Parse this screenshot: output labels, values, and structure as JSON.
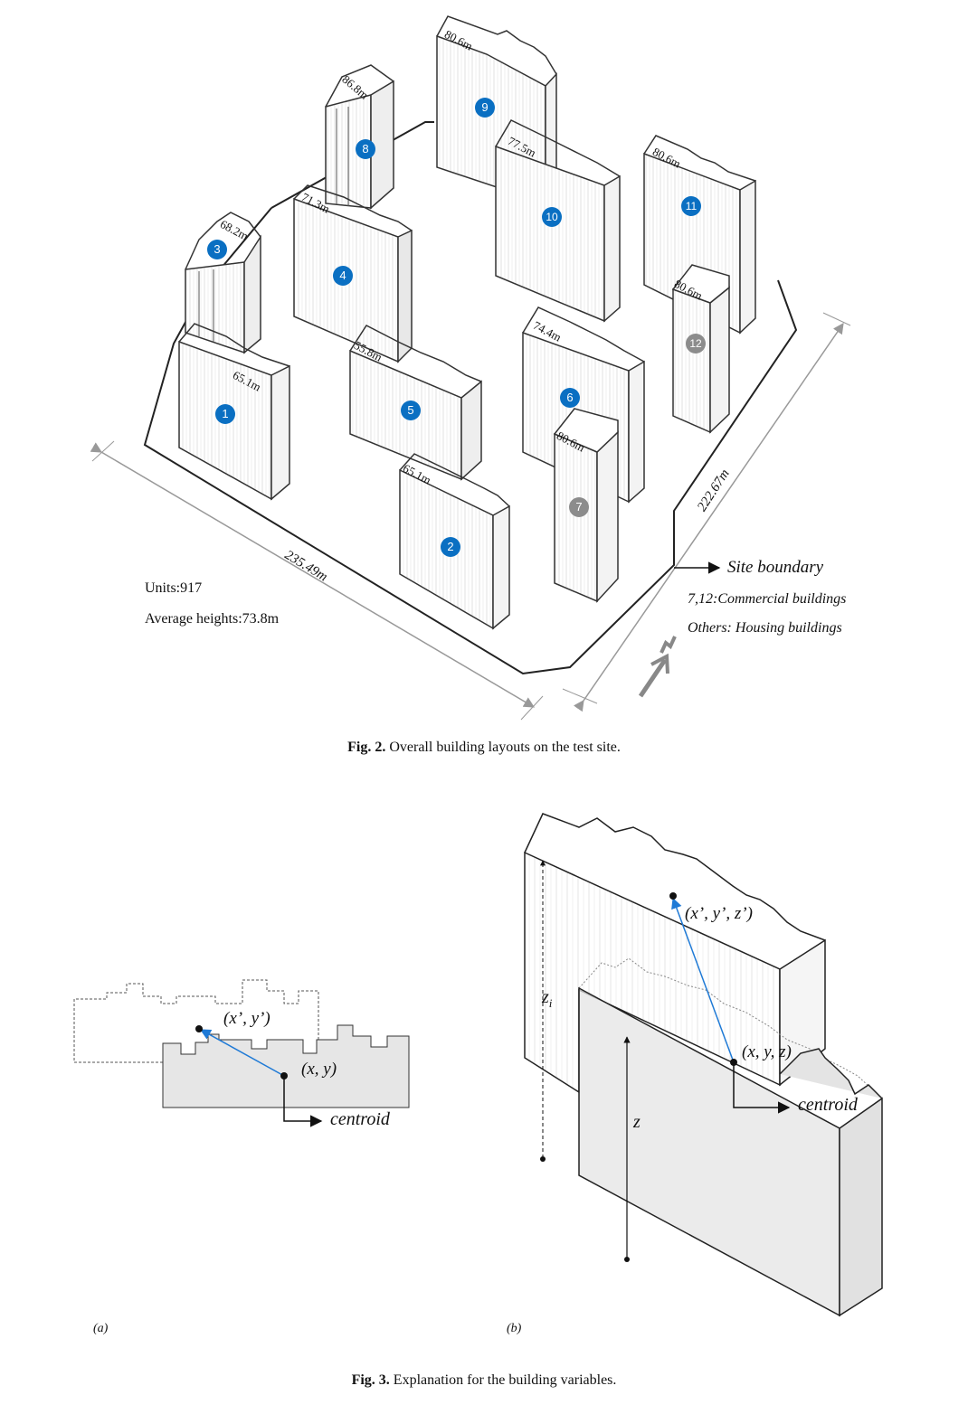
{
  "fig2": {
    "caption_label": "Fig. 2.",
    "caption_text": "Overall building layouts on the test site.",
    "units_text": "Units:917",
    "avg_height_text": "Average heights:73.8m",
    "dim_bottom": "235.49m",
    "dim_right": "222.67m",
    "legend_boundary": "Site boundary",
    "legend_commercial": "7,12:Commercial buildings",
    "legend_housing": "Others: Housing buildings",
    "colors": {
      "housing_badge": "#0a6fc2",
      "commercial_badge": "#8c8c8c"
    },
    "buildings": [
      {
        "id": "1",
        "height": "65.1m",
        "type": "housing"
      },
      {
        "id": "2",
        "height": "65.1m",
        "type": "housing"
      },
      {
        "id": "3",
        "height": "68.2m",
        "type": "housing"
      },
      {
        "id": "4",
        "height": "71.3m",
        "type": "housing"
      },
      {
        "id": "5",
        "height": "55.8m",
        "type": "housing"
      },
      {
        "id": "6",
        "height": "74.4m",
        "type": "housing"
      },
      {
        "id": "7",
        "height": "80.6m",
        "type": "commercial"
      },
      {
        "id": "8",
        "height": "86.8m",
        "type": "housing"
      },
      {
        "id": "9",
        "height": "80.6m",
        "type": "housing"
      },
      {
        "id": "10",
        "height": "77.5m",
        "type": "housing"
      },
      {
        "id": "11",
        "height": "80.6m",
        "type": "housing"
      },
      {
        "id": "12",
        "height": "80.6m",
        "type": "commercial"
      }
    ]
  },
  "fig3": {
    "caption_label": "Fig. 3.",
    "caption_text": "Explanation for the building variables.",
    "panel_a_label": "(a)",
    "panel_b_label": "(b)",
    "a_point_moved": "(x’, y’)",
    "a_point_orig": "(x, y)",
    "a_centroid": "centroid",
    "b_point_moved": "(x’, y’, z’)",
    "b_point_orig": "(x, y, z)",
    "b_centroid": "centroid",
    "b_zi_label": "z",
    "b_zi_sub": "i",
    "b_z_label": "z",
    "colors": {
      "arrow": "#1f7ad6"
    }
  }
}
